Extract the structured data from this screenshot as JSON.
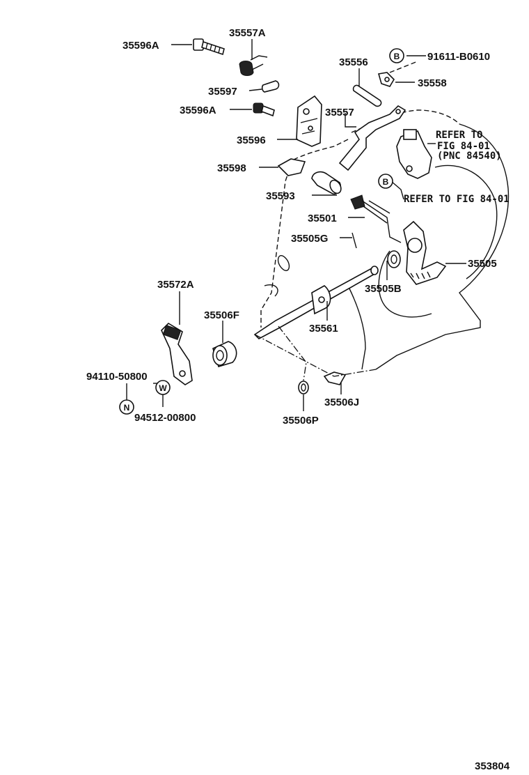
{
  "diagram": {
    "labels": {
      "p35596A_top": "35596A",
      "p35557A": "35557A",
      "p35556": "35556",
      "p91611": "91611-B0610",
      "p35558": "35558",
      "p35597": "35597",
      "p35596A_mid": "35596A",
      "p35557": "35557",
      "p35596": "35596",
      "p35598": "35598",
      "p35593": "35593",
      "p35501": "35501",
      "p35505G": "35505G",
      "p35505": "35505",
      "p35505B": "35505B",
      "p35572A": "35572A",
      "p35506F": "35506F",
      "p35561": "35561",
      "p94110": "94110-50800",
      "p94512": "94512-00800",
      "p35506J": "35506J",
      "p35506P": "35506P"
    },
    "refer_fig": {
      "line1": "REFER TO",
      "line2": "FIG 84-01",
      "line3": "(PNC 84540)"
    },
    "refer_fig_b": "REFER TO FIG 84-01",
    "symbols": {
      "b_top": "B",
      "b_mid": "B",
      "w": "W",
      "n": "N"
    },
    "figure_number": "353804"
  }
}
